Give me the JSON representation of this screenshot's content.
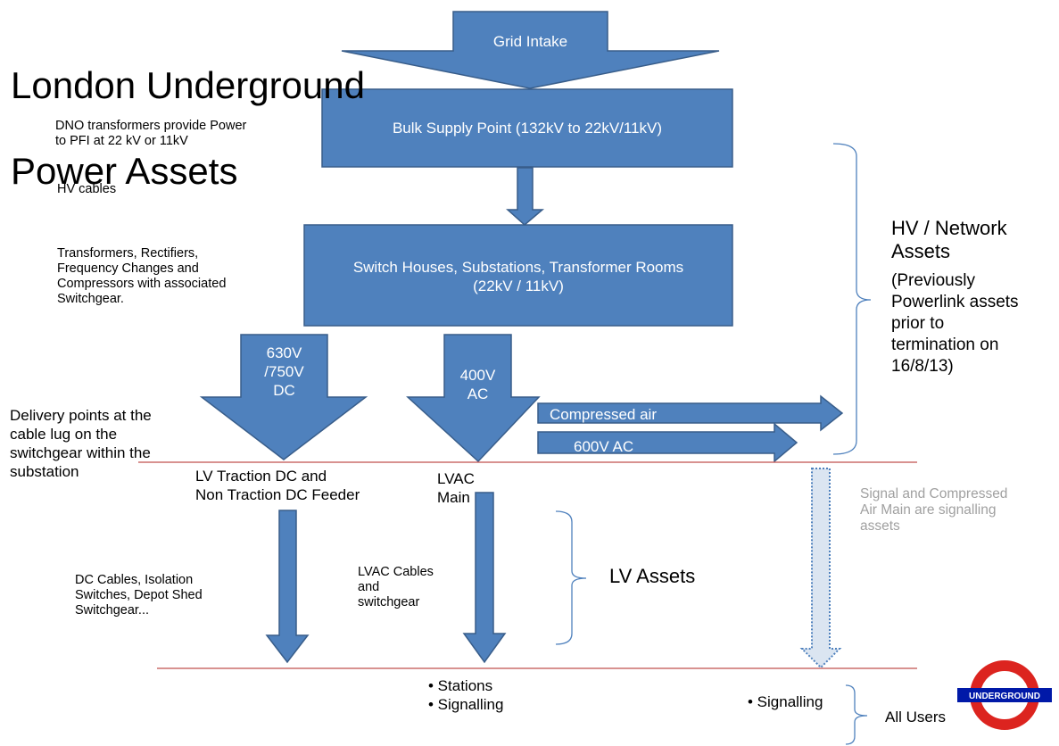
{
  "title_line1": "London Underground",
  "title_line2": "Power Assets",
  "boxes": {
    "grid_intake": "Grid Intake",
    "bulk_supply": "Bulk Supply Point (132kV to 22kV/11kV)",
    "switch_houses_line1": "Switch Houses, Substations, Transformer Rooms",
    "switch_houses_line2": "(22kV / 11kV)"
  },
  "arrows": {
    "dc_label": "630V\n/750V\nDC",
    "ac_label": "400V\nAC",
    "compressed_air": "Compressed air",
    "ac600": "600V AC"
  },
  "left_notes": {
    "dno": "DNO transformers provide  Power\nto PFI at 22 kV or 11kV",
    "hv_cables": "HV cables",
    "transformers": "Transformers, Rectifiers,\nFrequency Changes and\nCompressors with associated\nSwitchgear.",
    "delivery": "Delivery points at the\ncable lug on the\nswitchgear within the\nsubstation",
    "dc_cables": "DC Cables, Isolation\nSwitches, Depot Shed\nSwitchgear..."
  },
  "labels": {
    "lv_traction": "LV Traction DC and\nNon Traction DC Feeder",
    "lvac_main": "LVAC\nMain",
    "lvac_cables": "LVAC Cables\nand\nswitchgear",
    "hv_assets": "HV / Network\nAssets",
    "hv_note": "(Previously\nPowerlink assets\nprior to\ntermination on\n16/8/13)",
    "lv_assets": "LV Assets",
    "signal_note": "Signal and Compressed\nAir Main are signalling\nassets",
    "stations_bullets": "• Stations\n• Signalling",
    "signalling_bullet": "• Signalling",
    "all_users": "All Users",
    "logo_text": "UNDERGROUND"
  },
  "colors": {
    "shape_fill": "#4f81bd",
    "shape_stroke": "#385d8a",
    "line": "#c0504d",
    "bracket": "#4f81bd",
    "logo_red": "#dc241f",
    "logo_blue": "#0019a8"
  }
}
